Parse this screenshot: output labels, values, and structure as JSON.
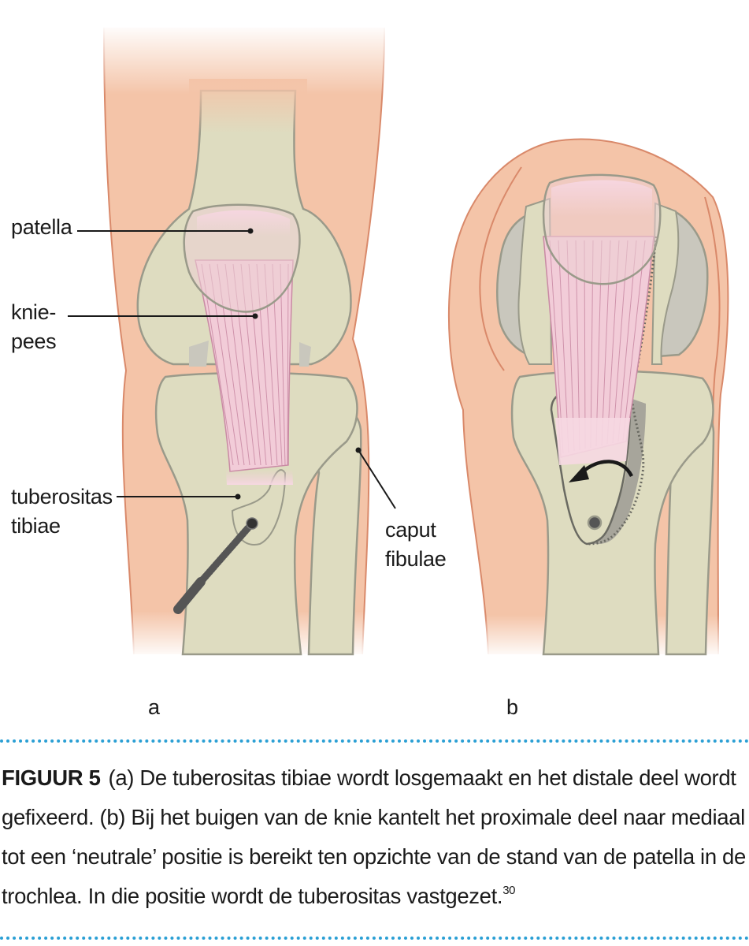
{
  "figure": {
    "labels": {
      "patella": "patella",
      "kniepees_line1": "knie-",
      "kniepees_line2": "pees",
      "tuberositas_line1": "tuberositas",
      "tuberositas_line2": "tibiae",
      "caput_line1": "caput",
      "caput_line2": "fibulae"
    },
    "panels": {
      "a": "a",
      "b": "b"
    },
    "colors": {
      "skin": "#f4c4a8",
      "skin_outline": "#d9896a",
      "bone": "#dedcc0",
      "bone_outline": "#9a9a8a",
      "tendon": "#f2ccd8",
      "tendon_lines": "#c98aa4",
      "cartilage_gray": "#c9c7bd",
      "screw": "#555555",
      "accent_dots": "#2a9fd4"
    }
  },
  "caption": {
    "figure_number": "FIGUUR 5",
    "text": "(a) De tuberositas tibiae wordt losgemaakt en het distale deel wordt gefixeerd. (b) Bij het buigen van de knie kantelt het proximale deel naar mediaal tot een ‘neutrale’ positie is bereikt ten opzichte van de stand van de patella in de trochlea. In die positie wordt de tuberositas vastgezet.",
    "reference": "30"
  }
}
